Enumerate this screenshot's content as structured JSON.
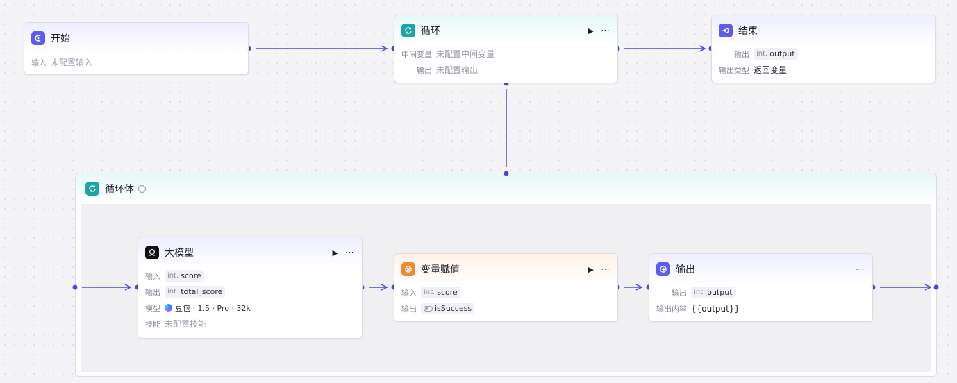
{
  "nodes": {
    "start": {
      "title": "开始",
      "input_label": "输入",
      "input_value": "未配置输入"
    },
    "loop": {
      "title": "循环",
      "mid_label": "中间变量",
      "mid_value": "未配置中间变量",
      "output_label": "输出",
      "output_value": "未配置输出"
    },
    "end": {
      "title": "结束",
      "output_label": "输出",
      "output_type": "int.",
      "output_name": "output",
      "type_label": "输出类型",
      "type_value": "返回变量"
    },
    "loop_body": {
      "title": "循环体",
      "info_icon": "i"
    },
    "llm": {
      "title": "大模型",
      "input_label": "输入",
      "input_type": "int.",
      "input_name": "score",
      "output_label": "输出",
      "output_type": "int.",
      "output_name": "total_score",
      "model_label": "模型",
      "model_value": "豆包 · 1.5 · Pro · 32k",
      "skill_label": "技能",
      "skill_value": "未配置技能"
    },
    "assign": {
      "title": "变量赋值",
      "input_label": "输入",
      "input_type": "int.",
      "input_name": "score",
      "output_label": "输出",
      "output_name": "isSuccess"
    },
    "output": {
      "title": "输出",
      "output_label": "输出",
      "output_type": "int.",
      "output_name": "output",
      "content_label": "输出内容",
      "content_value": "{{output}}"
    }
  },
  "icons": {
    "start": "start-icon",
    "loop": "loop-icon",
    "end": "end-icon",
    "llm": "llm-icon",
    "assign": "assign-icon",
    "output": "output-icon",
    "play": "play-icon",
    "more": "more-icon"
  },
  "colors": {
    "accent": "#5b5cf0",
    "teal": "#1aa7a3",
    "orange": "#f08a2e",
    "edge": "#4a4ad6"
  }
}
